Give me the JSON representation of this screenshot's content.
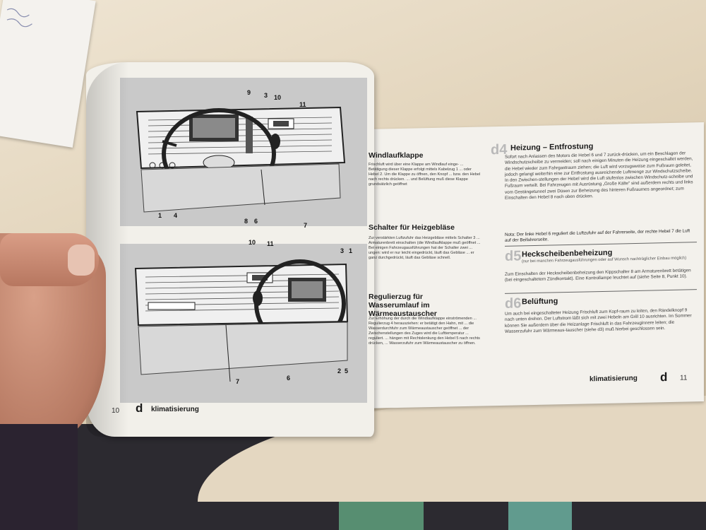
{
  "left_page": {
    "callouts_top": [
      "9",
      "3",
      "10",
      "11"
    ],
    "callouts_top_bottom": [
      "1",
      "4",
      "8",
      "6",
      "7"
    ],
    "callouts_bottom_top": [
      "10",
      "11",
      "3",
      "1"
    ],
    "callouts_bottom_bottom": [
      "7",
      "6",
      "2",
      "5"
    ],
    "section_a": {
      "title": "Windlaufklappe",
      "text": "Frischluft wird über eine Klappe am Windlauf einge- ... Betätigung dieser Klappe erfolgt mittels Kabelzug 1 ... oder Hebel 2. Um die Klappe zu öffnen, den Knopf ... bzw. den Hebel nach rechts drücken. ... und Belüftung muß diese Klappe grundsätzlich geöffnet"
    },
    "section_b": {
      "title": "Schalter für Heizgebläse",
      "text": "Zur verstärkten Luftzufuhr das Heizgebläse mittels Schalter 3 ... Armaturenbrett einschalten (die Windlaufklappe muß geöffnet ... Bei einigen Fahrzeugausführungen hat der Schalter zwei ... ungen: wird er nur leicht eingedrückt, läuft das Gebläse ... er ganz durchgedrückt, läuft das Gebläse schnell."
    },
    "section_c": {
      "title": "Regulierzug für Wasserumlauf im Wärmeaustauscher",
      "text": "Zur Erhöhung der durch die Windlaufklappe einströmenden ... Regulierzug 4 herausziehen: er betätigt den Hahn, mit ... die Wasserdurchfuhr zum Wärmeaustauscher geöffnet ... der Zwischenstellungen des Zuges wird die Lufttemperatur ... reguliert. ... hängen mit Rechtslenkung den Hebel 5 nach rechts drücken, ... Wasserzufuhr zum Wärmeaustauscher zu öffnen."
    },
    "footer": {
      "page_number": "10",
      "section_letter": "d",
      "section_title": "klimatisierung"
    }
  },
  "right_page": {
    "section_d4": {
      "badge": "d4",
      "title": "Heizung – Entfrostung",
      "text": "Sofort nach Anlassen des Motors die Hebel 6 und 7 zurück-drücken, um ein Beschlagen der Windschutzscheibe zu vermeiden; soll nach einigen Minuten die Heizung eingeschaltet werden, die Hebel wieder zum Fahrgastraum ziehen; die Luft wird vorzugsweise zum Fußraum geleitet, jedoch gelangt weiterhin eine zur Entfrostung ausreichende Luftmenge zur Windschutzscheibe. In den Zwischen-stellungen der Hebel wird die Luft stufenlos zwischen Windschutz-scheibe und Fußraum verteilt. Bei Fahrzeugen mit Ausrüstung „Große Kälte\" sind außerdem rechts und links vom Gestängetunnel zwei Düsen zur Beheizung des hinteren Fußraumes angeordnet; zum Einschalten den Hebel 8 nach oben drücken.",
      "note": "Nota: Der linke Hebel 6 reguliert die Luftzufuhr auf der Fahrerseite, der rechte Hebel 7 die Luft auf der Beifahrerseite."
    },
    "section_d5": {
      "badge": "d5",
      "title": "Heckscheibenbeheizung",
      "subtitle": "(nur bei manchen Fahrzeugausführungen oder auf Wunsch nachträglicher Einbau möglich)",
      "text": "Zum Einschalten der Heckscheibenbeheizung den Kippschalter 8 am Armaturenbrett betätigen (bei eingeschaltetem Zündkontakt). Eine Kontrollampe leuchtet auf (siehe Seite 8, Punkt 10)."
    },
    "section_d6": {
      "badge": "d6",
      "title": "Belüftung",
      "text": "Um auch bei eingeschalteter Heizung Frischluft zum Kopf-raum zu leiten, den Rändelknopf 9 nach unten drehen. Der Luftstrom läßt sich mit zwei Hebeln am Grill 10 ausrichten. Im Sommer können Sie außerdem über die Heizanlage Frischluft in das Fahrzeuginnere leiten; die Wasserzufuhr zum Wärmeaus-tauscher (siehe d3) muß hierbei geschlossen sein."
    },
    "footer": {
      "section_title": "klimatisierung",
      "section_letter": "d",
      "page_number": "11"
    }
  }
}
